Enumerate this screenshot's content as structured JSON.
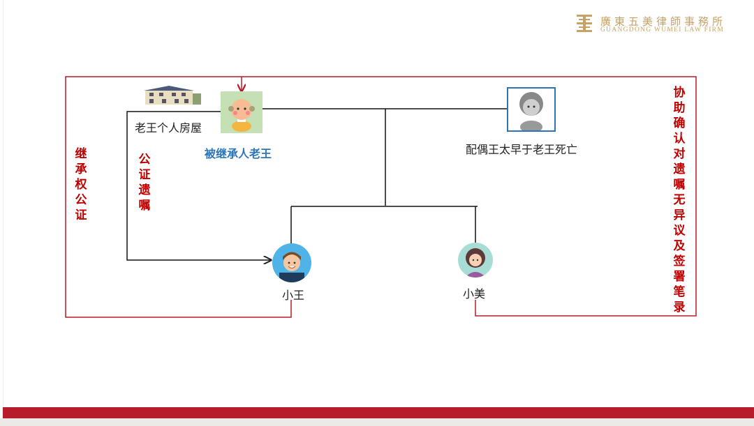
{
  "logo": {
    "cn": "廣東五美律師事務所",
    "en": "GUANGDONG WUMEI LAW FIRM"
  },
  "colors": {
    "accent": "#b71c2b",
    "text_red": "#c00000",
    "blue": "#2e75b6",
    "gold": "#c8a165"
  },
  "nodes": {
    "house_label": "老王个人房屋",
    "decedent_label": "被继承人老王",
    "spouse_label": "配偶王太早于老王死亡",
    "son_label": "小王",
    "daughter_label": "小美"
  },
  "annotations": {
    "left": "继承权公证",
    "will": "公证遗嘱",
    "right": "协助确认对遗嘱无异议及签署笔录"
  }
}
